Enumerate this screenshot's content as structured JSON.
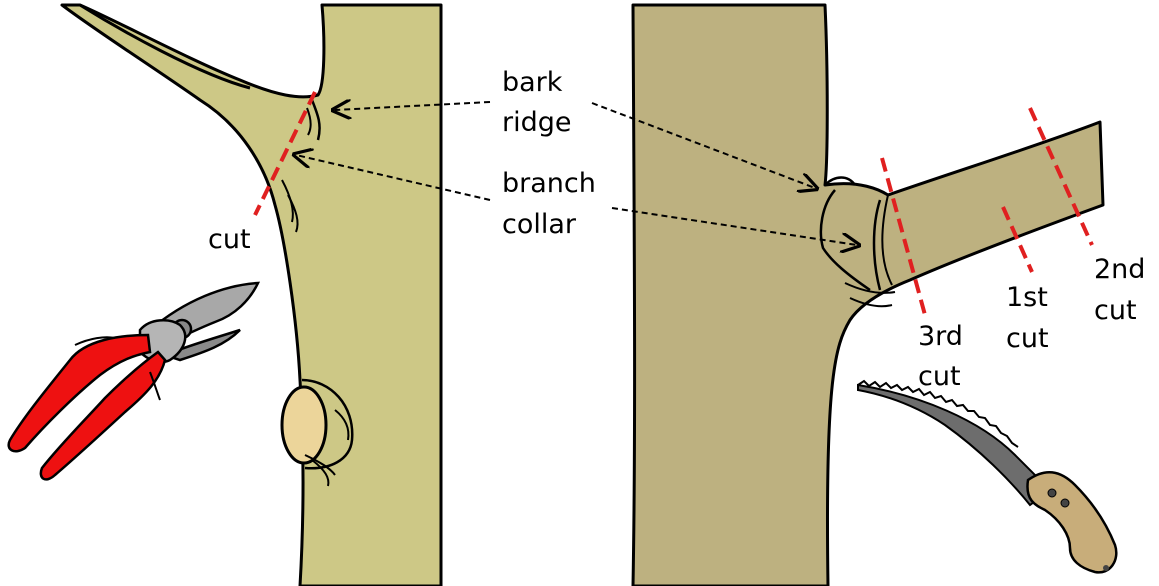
{
  "labels": {
    "bark_ridge_line1": "bark",
    "bark_ridge_line2": "ridge",
    "branch_collar_line1": "branch",
    "branch_collar_line2": "collar",
    "cut_left": "cut",
    "third_cut_line1": "3rd",
    "third_cut_line2": "cut",
    "first_cut_line1": "1st",
    "first_cut_line2": "cut",
    "second_cut_line1": "2nd",
    "second_cut_line2": "cut"
  },
  "colors": {
    "left_wood": "#cdc886",
    "right_wood": "#bdb180",
    "cut_line": "#e02020",
    "pruner_handle": "#ee1111",
    "blade": "#a8a8a8",
    "saw_handle": "#c8ad7a",
    "knot": "#ecd59a",
    "outline": "#000000"
  },
  "icons": {
    "left_tool": "pruning-shears-icon",
    "right_tool": "pruning-saw-icon"
  }
}
